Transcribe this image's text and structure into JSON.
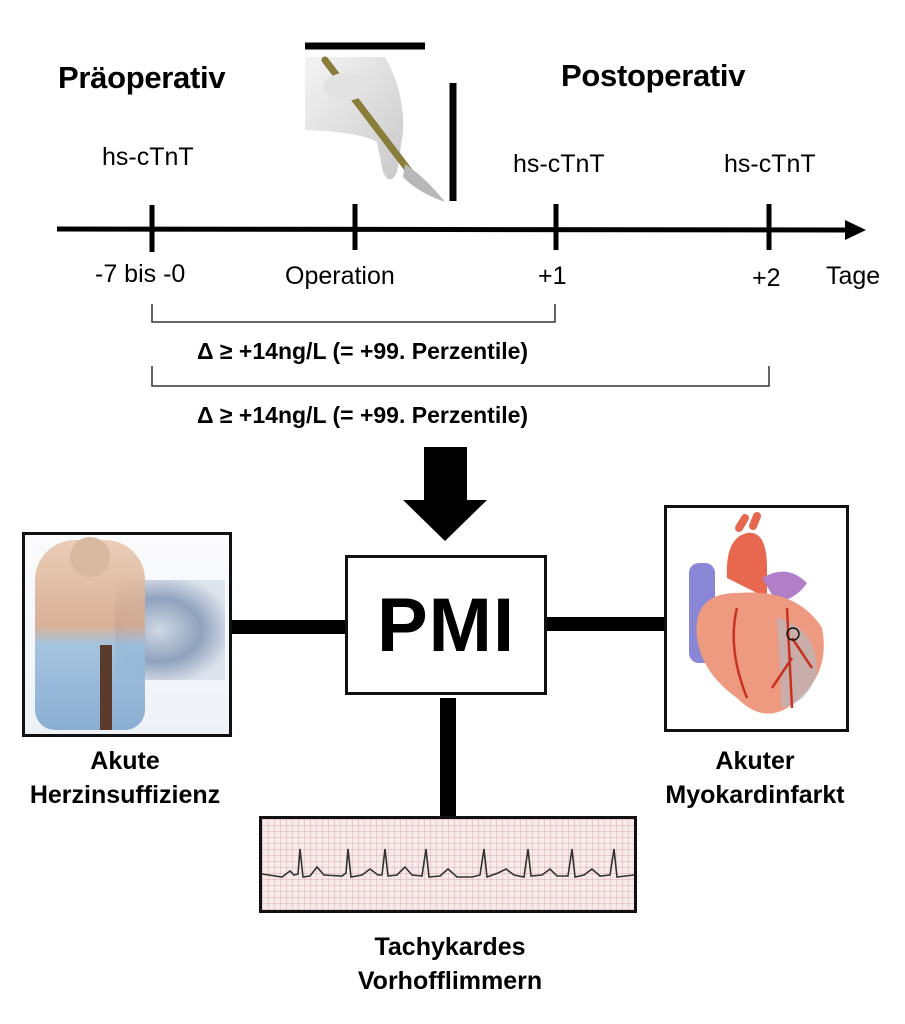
{
  "timeline": {
    "phase_pre": "Präoperativ",
    "phase_post": "Postoperativ",
    "markers": [
      "hs-cTnT",
      "hs-cTnT",
      "hs-cTnT"
    ],
    "ticks": [
      "-7 bis -0",
      "Operation",
      "+1",
      "+2"
    ],
    "axis_unit": "Tage",
    "icon": "scalpel-hand-icon"
  },
  "criteria": [
    "Δ ≥ +14ng/L (= +99. Perzentile)",
    "Δ ≥ +14ng/L (= +99. Perzentile)"
  ],
  "center": {
    "label": "PMI",
    "arrow_icon": "arrow-down-icon"
  },
  "outcomes": {
    "left": {
      "line1": "Akute",
      "line2": "Herzinsuffizienz",
      "image": "heart-failure-illustration"
    },
    "right": {
      "line1": "Akuter",
      "line2": "Myokardinfarkt",
      "image": "heart-anatomy-illustration"
    },
    "bottom": {
      "line1": "Tachykardes",
      "line2": "Vorhofflimmern",
      "image": "ecg-strip"
    }
  }
}
